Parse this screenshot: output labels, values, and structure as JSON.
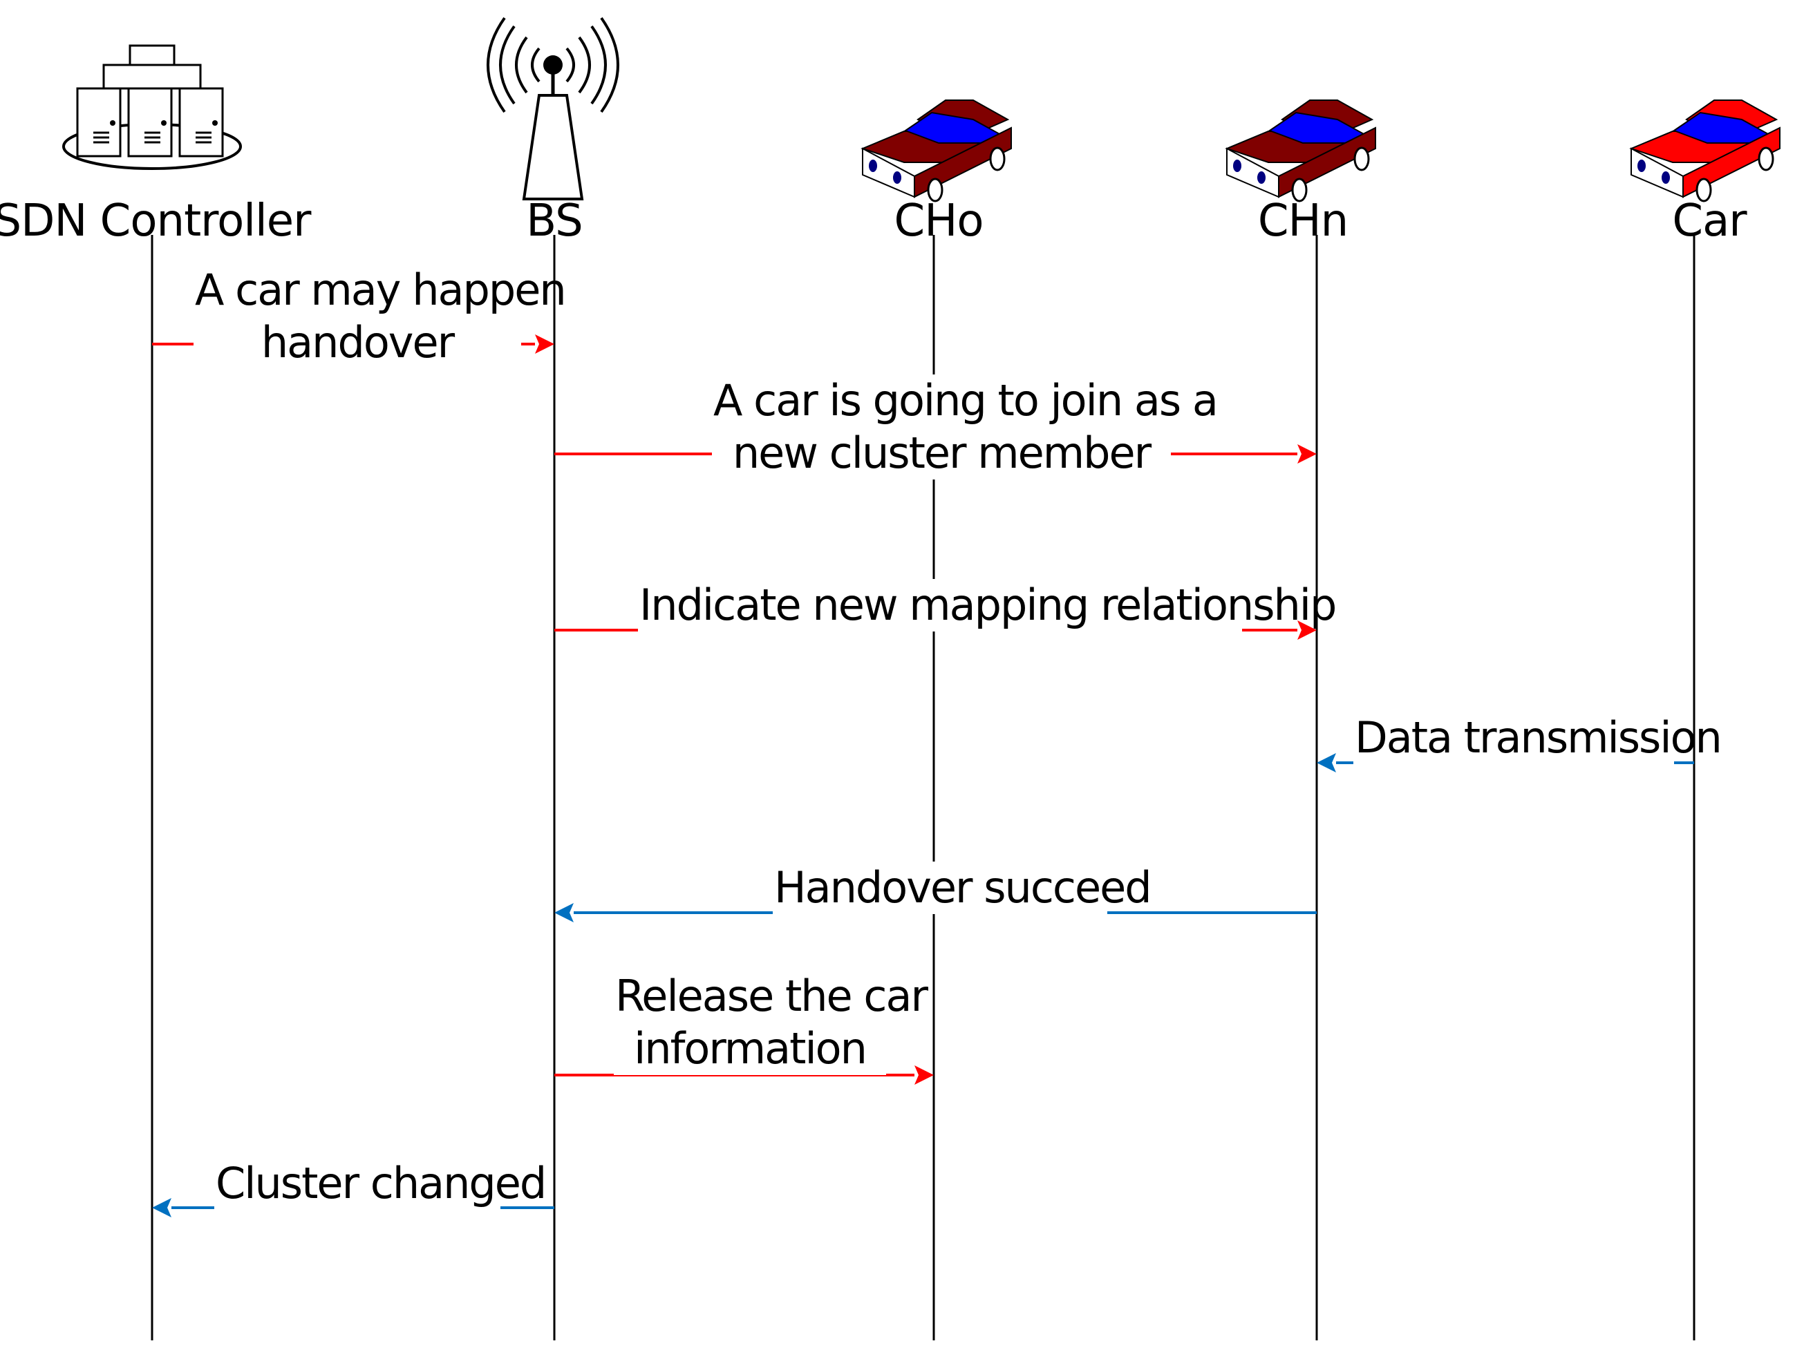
{
  "actors": [
    {
      "id": "sdn",
      "label": "SDN Controller",
      "icon": "server-cluster-icon"
    },
    {
      "id": "bs",
      "label": "BS",
      "icon": "antenna-tower-icon"
    },
    {
      "id": "cho",
      "label": "CHo",
      "icon": "car-icon"
    },
    {
      "id": "chn",
      "label": "CHn",
      "icon": "car-icon"
    },
    {
      "id": "car",
      "label": "Car",
      "icon": "car-icon"
    }
  ],
  "messages": [
    {
      "from": "sdn",
      "to": "bs",
      "color": "#ff0000",
      "lines": [
        "A car may happen",
        "handover"
      ]
    },
    {
      "from": "bs",
      "to": "chn",
      "color": "#ff0000",
      "lines": [
        "A car is going to join as a",
        "new cluster member"
      ]
    },
    {
      "from": "bs",
      "to": "chn",
      "color": "#ff0000",
      "lines": [
        "Indicate new mapping relationship"
      ]
    },
    {
      "from": "car",
      "to": "chn",
      "color": "#0070c0",
      "lines": [
        "Data transmission"
      ]
    },
    {
      "from": "chn",
      "to": "bs",
      "color": "#0070c0",
      "lines": [
        "Handover succeed"
      ]
    },
    {
      "from": "bs",
      "to": "cho",
      "color": "#ff0000",
      "lines": [
        "Release the car",
        "information"
      ]
    },
    {
      "from": "bs",
      "to": "sdn",
      "color": "#0070c0",
      "lines": [
        "Cluster changed"
      ]
    }
  ],
  "colors": {
    "request": "#ff0000",
    "response": "#0070c0",
    "car_body_dark": "#800000",
    "car_body_bright": "#ff0000",
    "car_window": "#0000ff"
  }
}
